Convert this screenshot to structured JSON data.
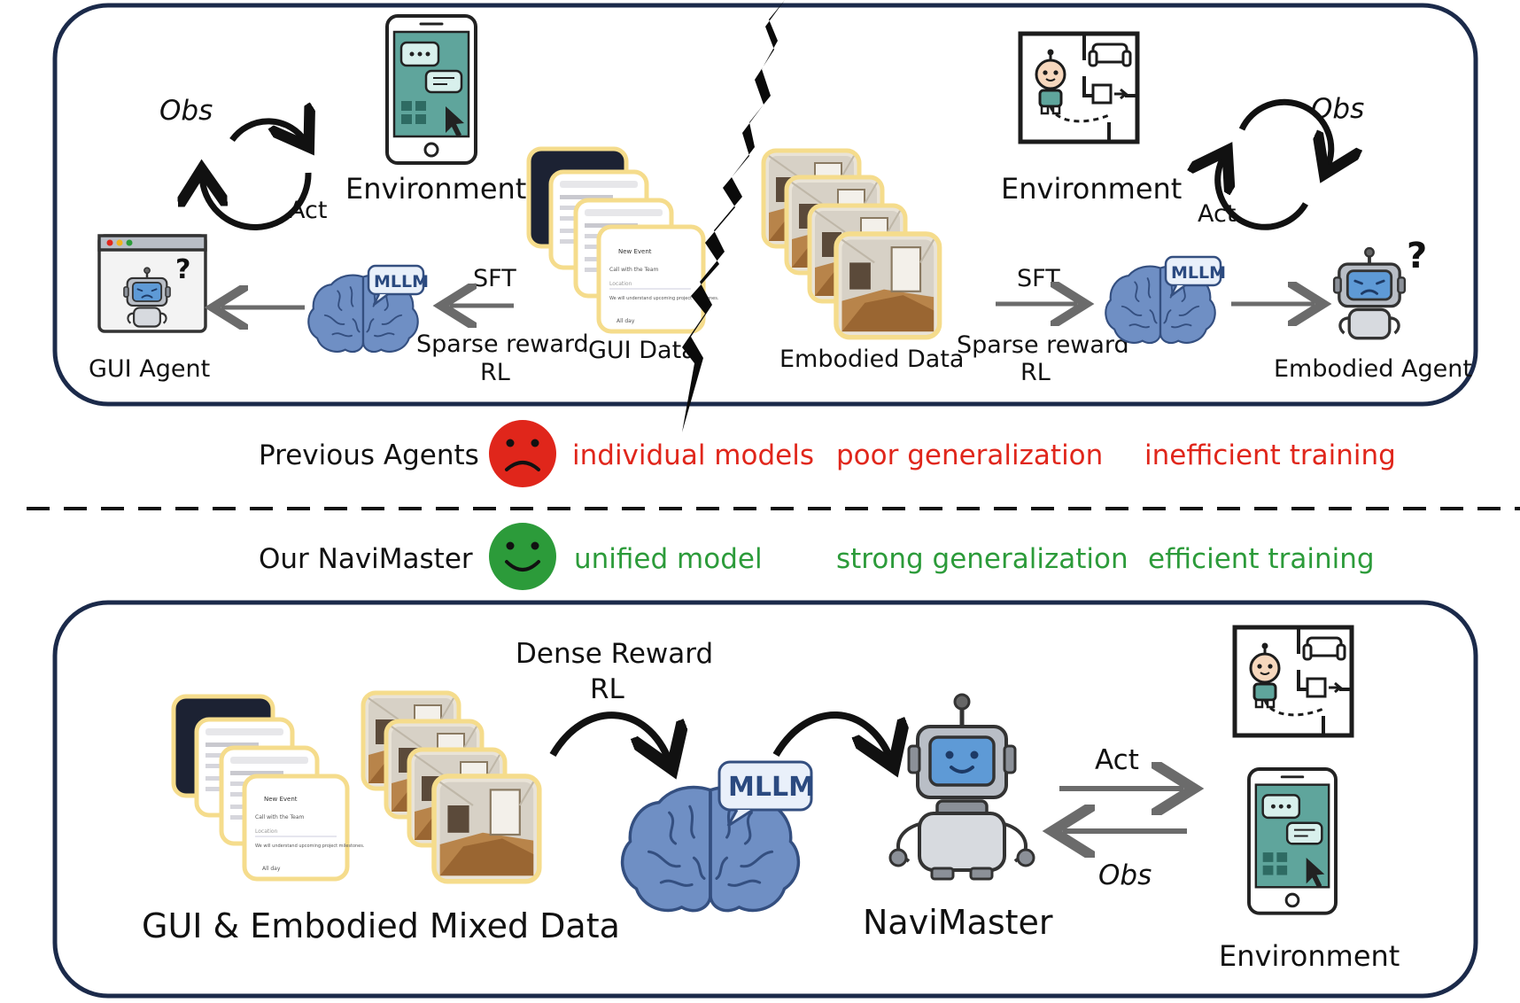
{
  "top": {
    "gui": {
      "obs": "Obs",
      "act": "Act",
      "environment": "Environment",
      "agent": "GUI Agent",
      "data": "GUI Data",
      "sft": "SFT",
      "rl_line1": "Sparse reward",
      "rl_line2": "RL",
      "mllm": "MLLM"
    },
    "embodied": {
      "obs": "Obs",
      "act": "Act",
      "environment": "Environment",
      "agent": "Embodied Agent",
      "data": "Embodied Data",
      "sft": "SFT",
      "rl_line1": "Sparse reward",
      "rl_line2": "RL",
      "mllm": "MLLM"
    }
  },
  "comparison": {
    "previous": {
      "label": "Previous Agents",
      "points": [
        "individual models",
        "poor generalization",
        "inefficient training"
      ],
      "color": "#e0261b",
      "face": "frown-face-icon"
    },
    "ours": {
      "label": "Our NaviMaster",
      "points": [
        "unified model",
        "strong generalization",
        "efficient training"
      ],
      "color": "#2c9b3a",
      "face": "smile-face-icon"
    }
  },
  "bottom": {
    "reward_line1": "Dense Reward",
    "reward_line2": "RL",
    "mllm": "MLLM",
    "data_label": "GUI & Embodied Mixed Data",
    "agent_label": "NaviMaster",
    "act": "Act",
    "obs": "Obs",
    "environment": "Environment"
  },
  "phone_screen": {
    "title": "New Event",
    "line1": "Call with the Team",
    "line2": "Location",
    "line3": "We will understand upcoming project milestones.",
    "line4": "All day"
  },
  "colors": {
    "panel_border": "#1b2a4a",
    "phone_teal": "#5fa59c",
    "brain_blue": "#6f8fc4",
    "robot_screen": "#5e9ad6",
    "card_border": "#f5dc8c",
    "arrow_gray": "#6b6b6b"
  }
}
